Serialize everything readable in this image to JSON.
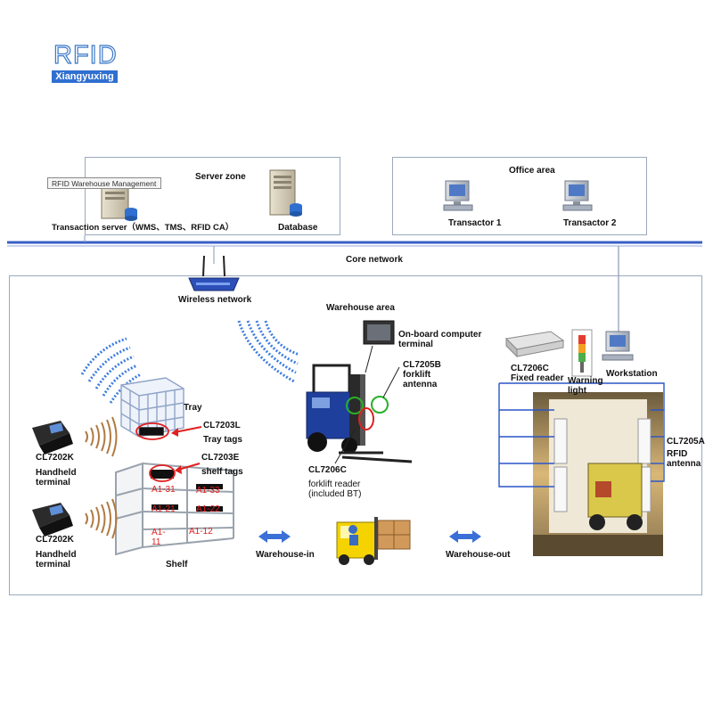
{
  "logo": {
    "text": "RFID",
    "subtext": "Xiangyuxing"
  },
  "colors": {
    "brand_blue": "#2f6fd0",
    "network_line": "#3a5fc8",
    "tag_red": "#e02020",
    "box_border": "#9aa9bd",
    "link_blue": "#3b6fd8"
  },
  "server_zone": {
    "title": "Server zone",
    "app_label": "RFID Warehouse Management",
    "transaction_server": "Transaction server（WMS、TMS、RFID CA）",
    "database": "Database"
  },
  "office_area": {
    "title": "Office area",
    "transactor1": "Transactor 1",
    "transactor2": "Transactor 2"
  },
  "core_network": "Core network",
  "wireless_network": "Wireless network",
  "warehouse_area": {
    "title": "Warehouse area",
    "onboard_computer": "On-board computer terminal",
    "forklift_antenna": "CL7205B forklift antenna",
    "forklift_reader_model": "CL7206C",
    "forklift_reader_desc": "forklift reader (included BT)",
    "tray": "Tray",
    "tray_tag_model": "CL7203L",
    "tray_tags": "Tray tags",
    "shelf_tag_model": "CL7203E",
    "shelf_tags": "shelf tags",
    "handheld1_model": "CL7202K",
    "handheld1_desc": "Handheld terminal",
    "handheld2_model": "CL7202K",
    "handheld2_desc": "Handheld terminal",
    "shelf": "Shelf",
    "shelf_labels": [
      "A1-31",
      "A1-33",
      "A1-21",
      "A1-22",
      "A1-11",
      "A1-12"
    ],
    "warehouse_in": "Warehouse-in",
    "warehouse_out": "Warehouse-out",
    "fixed_reader_model": "CL7206C",
    "fixed_reader_desc": "Fixed reader",
    "warning_light": "Warning light",
    "workstation": "Workstation",
    "rfid_antenna_model": "CL7205A",
    "rfid_antenna_desc": "RFID antenna"
  }
}
